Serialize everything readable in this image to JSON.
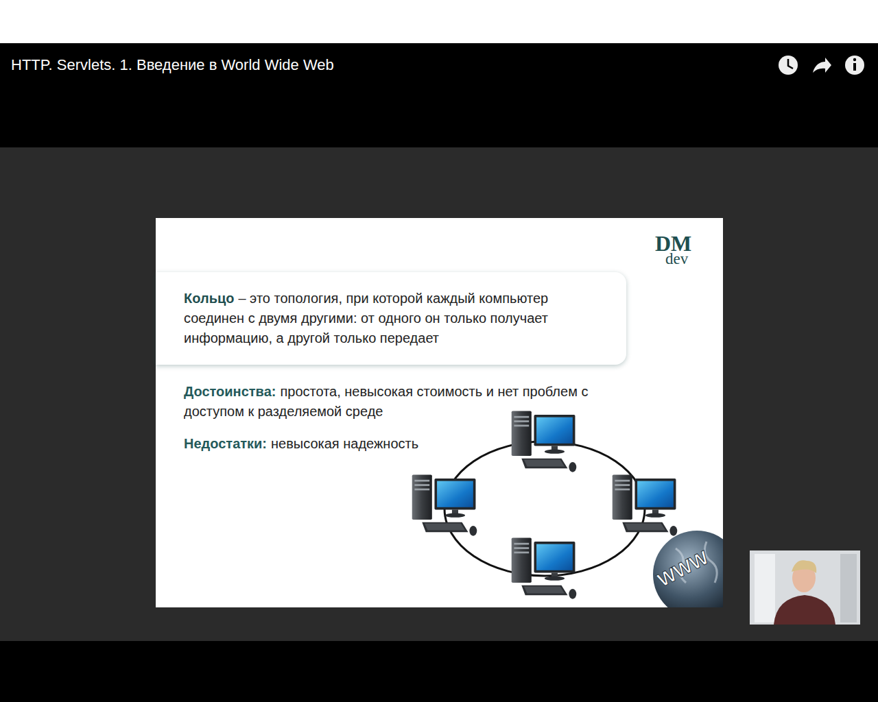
{
  "diagram": {
    "title": "HTTP. Servlets. 1. Введение в World Wide Web",
    "nodes": [
      {
        "text": [
          "Кольцо",
          "– это топология, при которой каждый компьютер соединен с двумя другими: от одного он только получает информацию, а другой только передает"
        ]
      }
    ],
    "labels": [
      "DM",
      "dev",
      "Достоинства:",
      "простота, невысокая стоимость и нет проблем с доступом к разделяемой среде",
      "Недостатки:",
      "невысокая надежность",
      "WWW"
    ]
  }
}
